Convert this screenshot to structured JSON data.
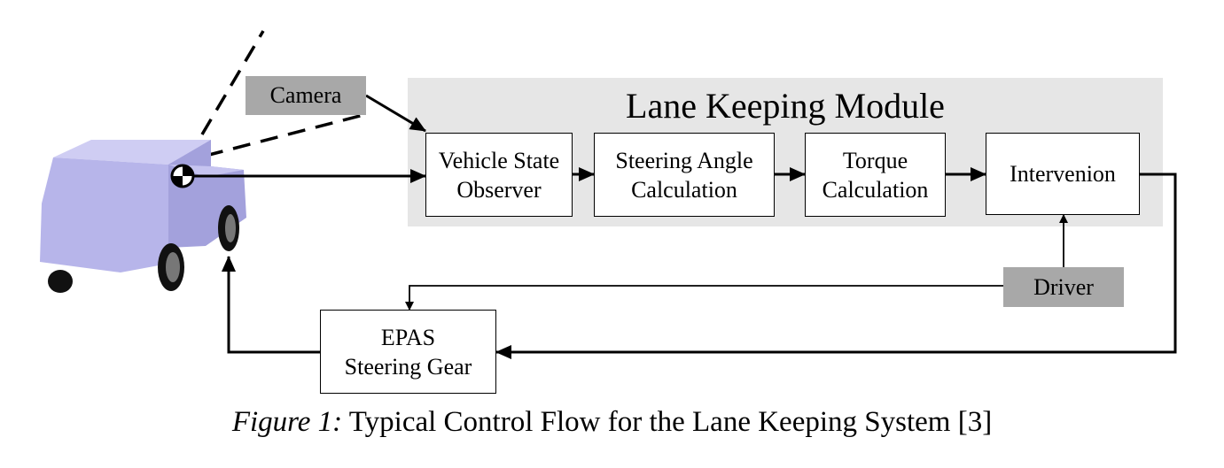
{
  "module": {
    "title": "Lane Keeping Module"
  },
  "sensor": {
    "label": "Camera"
  },
  "blocks": {
    "observer": "Vehicle State\nObserver",
    "steering_angle": "Steering Angle\nCalculation",
    "torque": "Torque\nCalculation",
    "intervention": "Intervenion",
    "driver": "Driver",
    "epas": "EPAS\nSteering Gear"
  },
  "caption": {
    "lead": "Figure 1:",
    "text": " Typical Control Flow for the Lane Keeping System [3]"
  },
  "colors": {
    "vehicle_body": "#b7b5ea",
    "vehicle_side": "#a3a1dc",
    "vehicle_top": "#cfcdf3",
    "module_bg": "#e6e6e6",
    "label_bg": "#a8a8a8"
  }
}
